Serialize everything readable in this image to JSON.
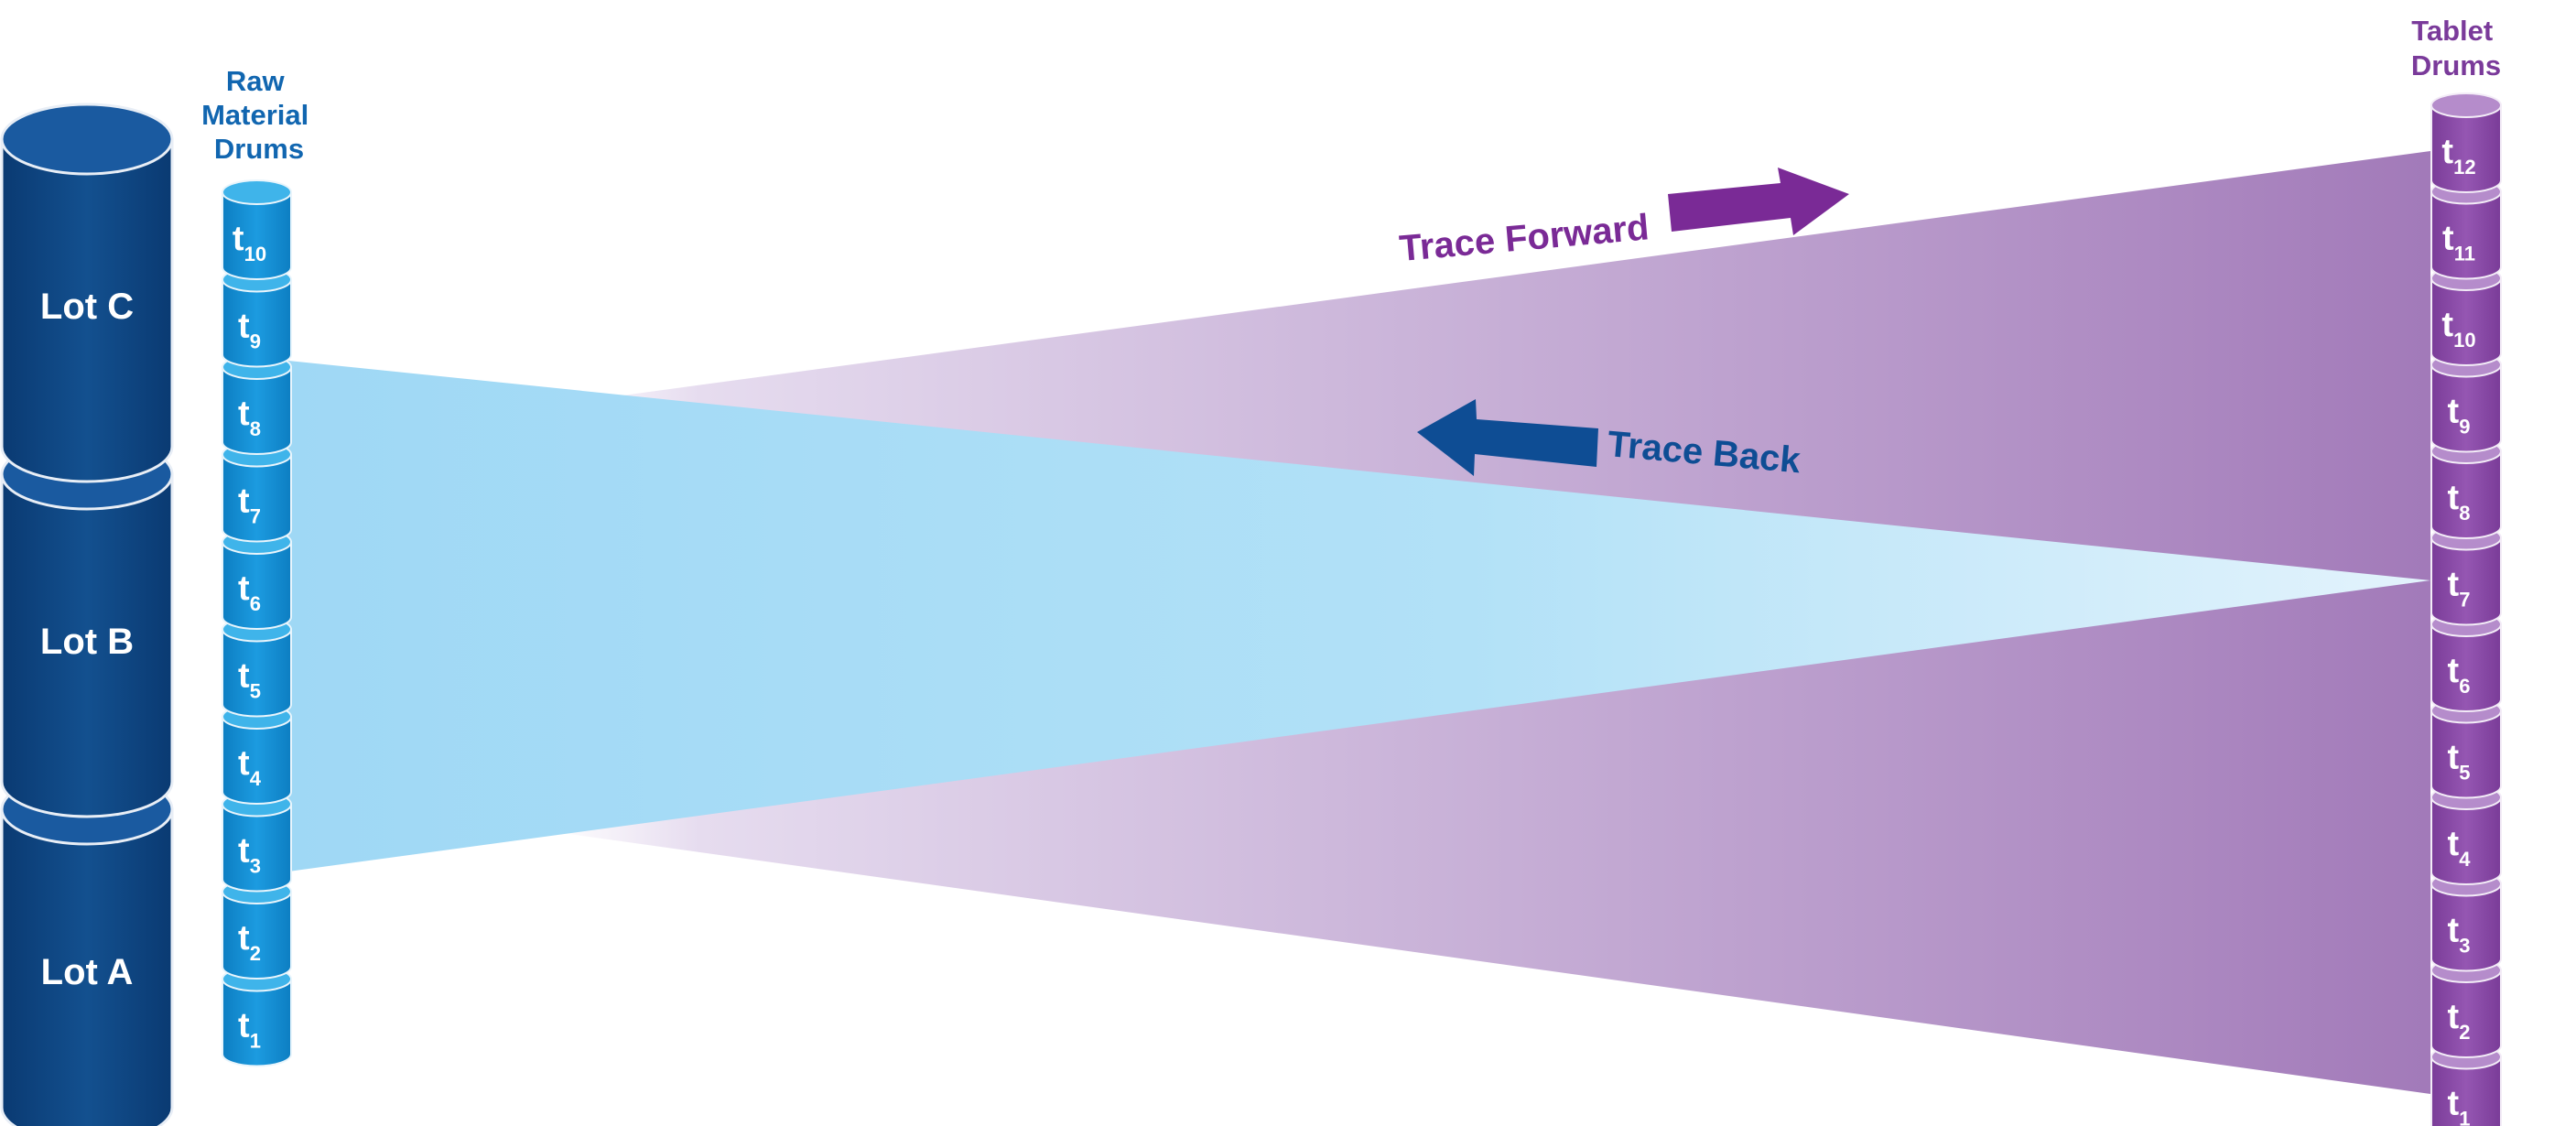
{
  "headings": {
    "raw_material": [
      "Raw",
      "Material",
      "Drums"
    ],
    "tablet": [
      "Tablet",
      "Drums"
    ]
  },
  "lots": [
    {
      "label": "Lot C"
    },
    {
      "label": "Lot B"
    },
    {
      "label": "Lot A"
    }
  ],
  "raw_drums": [
    {
      "t": "t",
      "sub": "10"
    },
    {
      "t": "t",
      "sub": "9"
    },
    {
      "t": "t",
      "sub": "8"
    },
    {
      "t": "t",
      "sub": "7"
    },
    {
      "t": "t",
      "sub": "6"
    },
    {
      "t": "t",
      "sub": "5"
    },
    {
      "t": "t",
      "sub": "4"
    },
    {
      "t": "t",
      "sub": "3"
    },
    {
      "t": "t",
      "sub": "2"
    },
    {
      "t": "t",
      "sub": "1"
    }
  ],
  "tablet_drums": [
    {
      "t": "t",
      "sub": "12"
    },
    {
      "t": "t",
      "sub": "11"
    },
    {
      "t": "t",
      "sub": "10"
    },
    {
      "t": "t",
      "sub": "9"
    },
    {
      "t": "t",
      "sub": "8"
    },
    {
      "t": "t",
      "sub": "7"
    },
    {
      "t": "t",
      "sub": "6"
    },
    {
      "t": "t",
      "sub": "5"
    },
    {
      "t": "t",
      "sub": "4"
    },
    {
      "t": "t",
      "sub": "3"
    },
    {
      "t": "t",
      "sub": "2"
    },
    {
      "t": "t",
      "sub": "1"
    }
  ],
  "arrows": {
    "trace_forward": "Trace Forward",
    "trace_back": "Trace Back"
  },
  "colors": {
    "lot_fill": "#0f4a8c",
    "raw_drum_fill": "#1591d6",
    "tablet_drum_fill": "#8b4aa8",
    "blue_beam": "#a9dcf6",
    "purple_beam": "#a37cbd",
    "trace_forward_arrow": "#7a2a96",
    "trace_back_arrow": "#0e4d94"
  }
}
